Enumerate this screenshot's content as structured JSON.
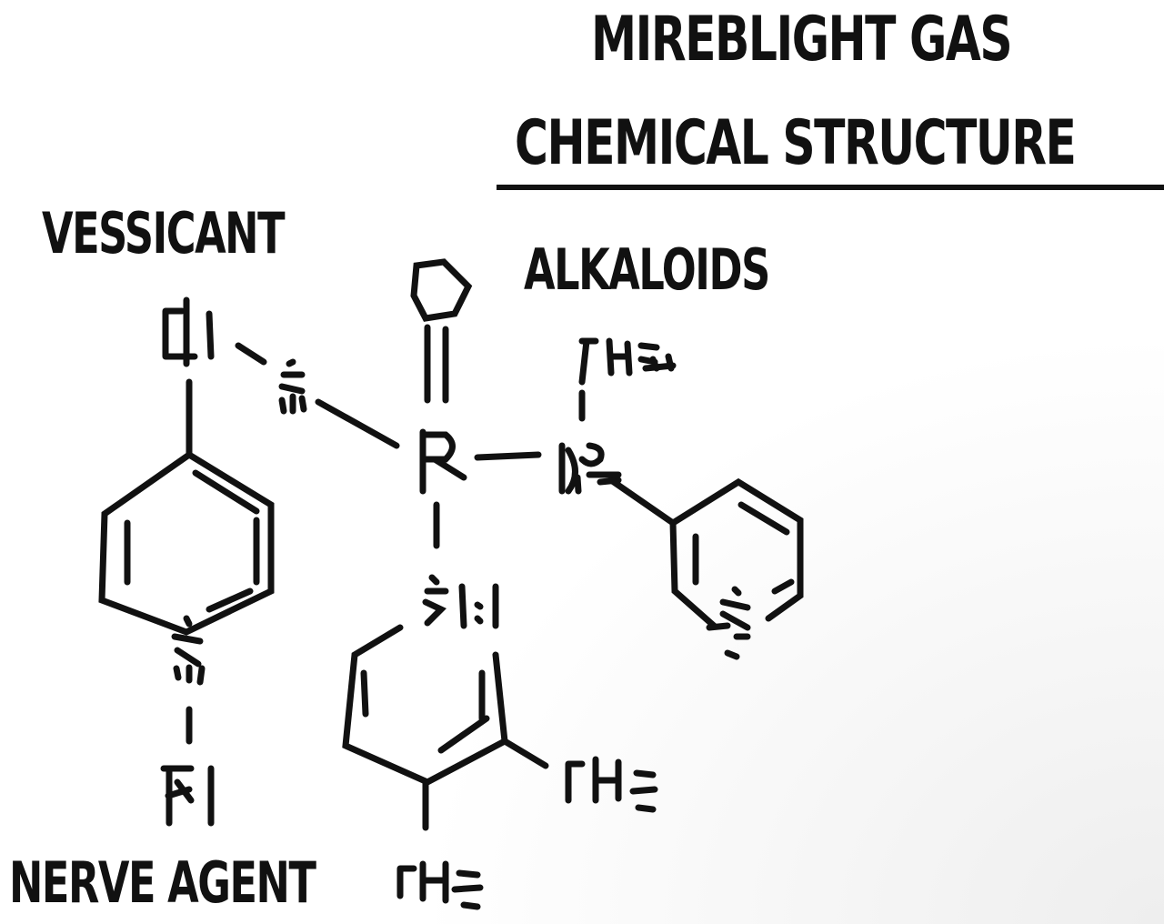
{
  "title": {
    "line1": "MIREBLIGHT GAS",
    "line2": "CHEMICAL STRUCTURE"
  },
  "labels": {
    "vessicant": "VESSICANT",
    "alkaloids": "ALKALOIDS",
    "nerve_agent": "NERVE AGENT"
  },
  "colors": {
    "ink": "#111111",
    "background": "#ffffff"
  }
}
